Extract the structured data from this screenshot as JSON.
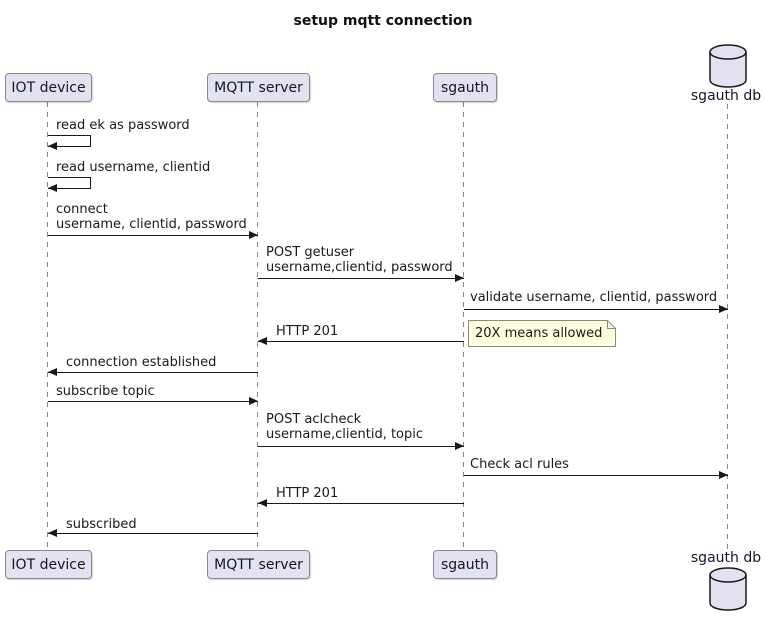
{
  "title": "setup mqtt connection",
  "participants": [
    {
      "name": "IOT device",
      "type": "participant"
    },
    {
      "name": "MQTT server",
      "type": "participant"
    },
    {
      "name": "sgauth",
      "type": "participant"
    },
    {
      "name": "sgauth db",
      "type": "database"
    }
  ],
  "messages": [
    {
      "from": "IOT device",
      "to": "IOT device",
      "label": "read ek as password"
    },
    {
      "from": "IOT device",
      "to": "IOT device",
      "label": "read username, clientid"
    },
    {
      "from": "IOT device",
      "to": "MQTT server",
      "label": "connect",
      "label2": "username, clientid, password"
    },
    {
      "from": "MQTT server",
      "to": "sgauth",
      "label": "POST getuser",
      "label2": "username,clientid, password"
    },
    {
      "from": "sgauth",
      "to": "sgauth db",
      "label": "validate username, clientid, password"
    },
    {
      "from": "sgauth",
      "to": "MQTT server",
      "label": "HTTP 201"
    },
    {
      "from": "MQTT server",
      "to": "IOT device",
      "label": "connection established"
    },
    {
      "from": "IOT device",
      "to": "MQTT server",
      "label": "subscribe topic"
    },
    {
      "from": "MQTT server",
      "to": "sgauth",
      "label": "POST aclcheck",
      "label2": "username,clientid, topic"
    },
    {
      "from": "sgauth",
      "to": "sgauth db",
      "label": "Check acl rules"
    },
    {
      "from": "sgauth",
      "to": "MQTT server",
      "label": "HTTP 201"
    },
    {
      "from": "MQTT server",
      "to": "IOT device",
      "label": "subscribed"
    }
  ],
  "note": {
    "text": "20X means allowed"
  },
  "colors": {
    "participant_fill": "#E2E2F0",
    "participant_border": "#888899",
    "note_fill": "#FEFFDD",
    "note_border": "#8A8A7A",
    "arrow": "#181818",
    "lifeline": "#888888"
  }
}
